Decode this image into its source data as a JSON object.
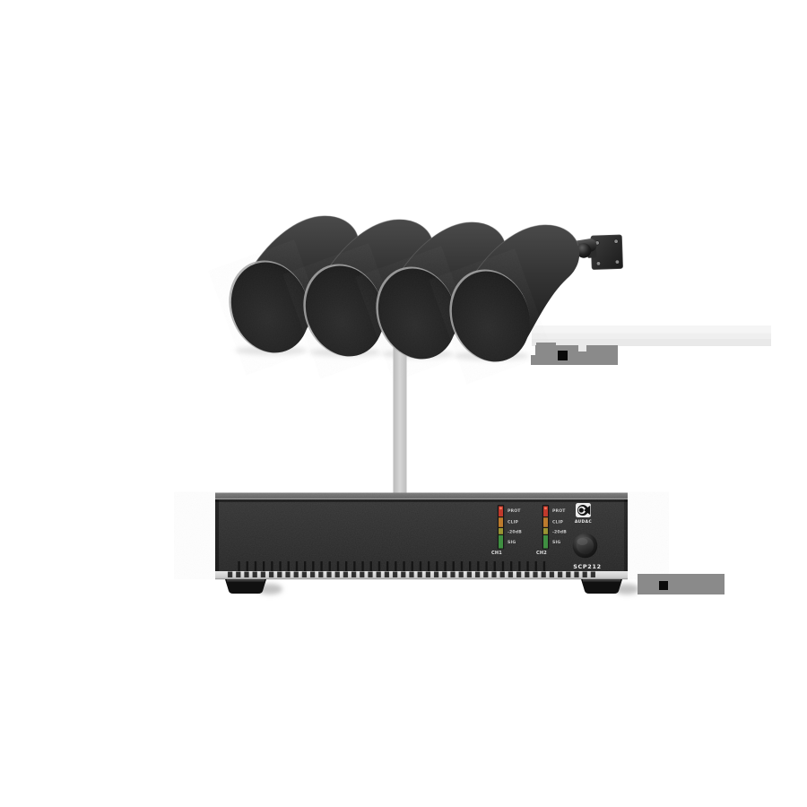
{
  "page": {
    "background": "#ffffff",
    "description": "Product system image: four projection speakers wired to a two-channel power amplifier"
  },
  "speakers": {
    "count": 4,
    "body_color": "#2f2f2f",
    "grille_color": "#1c1c1c",
    "rim_color": "#a8a8a8",
    "mount": {
      "plate_color": "#242424",
      "arm_color": "#3a3a3a",
      "screw_count": 4
    }
  },
  "cable": {
    "color": "#c8c8c8"
  },
  "amplifier": {
    "brand": "AUDAC",
    "model": "SCP212",
    "panel_color": "#2b2b2b",
    "top_color": "#6e6e6e",
    "trim_color": "#d9d9d9",
    "meters": [
      {
        "channel": "CH1",
        "leds": [
          "PROT",
          "CLIP",
          "-20dB",
          "SIG"
        ]
      },
      {
        "channel": "CH2",
        "leds": [
          "PROT",
          "CLIP",
          "-20dB",
          "SIG"
        ]
      }
    ],
    "led_colors": {
      "prot": "#c13a2c",
      "clip": "#bd7b2d",
      "minus20db": "#9a9433",
      "sig": "#3f8f41"
    }
  },
  "annotations": {
    "speakers_label": {
      "style": "redacted-pixelated",
      "blob_color": "#8a8a8a",
      "marker_color": "#0a0a0a"
    },
    "amplifier_label": {
      "style": "redacted-pixelated",
      "blob_color": "#8a8a8a",
      "marker_color": "#0a0a0a"
    }
  }
}
